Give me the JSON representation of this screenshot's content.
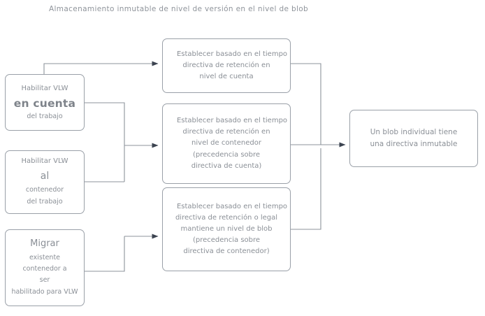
{
  "diagram": {
    "title": "Almacenamiento inmutable de nivel de versión en el nivel de blob",
    "colors": {
      "background": "#ffffff",
      "node_border": "#9aa0a8",
      "node_fill": "#ffffff",
      "text": "#8a8f96",
      "connector": "#7a8089",
      "arrowhead": "#3b4350"
    },
    "left_column": [
      {
        "id": "enable-account",
        "lines": [
          "Habilitar VLW",
          "en cuenta",
          "del trabajo"
        ],
        "line1": "Habilitar VLW",
        "line2": "en cuenta",
        "line3": "del trabajo"
      },
      {
        "id": "enable-container",
        "lines": [
          "Habilitar VLW",
          "al",
          "contenedor",
          "del trabajo"
        ],
        "line1": "Habilitar VLW",
        "line2": "al",
        "line3": "contenedor",
        "line4": "del trabajo"
      },
      {
        "id": "migrate-container",
        "lines": [
          "Migrar",
          "existente",
          "contenedor a",
          "ser",
          "habilitado para VLW"
        ],
        "line1": "Migrar",
        "line2": "existente",
        "line3": "contenedor a",
        "line4": "ser",
        "line5": "habilitado para VLW"
      }
    ],
    "middle_column": [
      {
        "id": "account-level-policy",
        "line1": "Establecer basado en el tiempo",
        "line2": "directiva de retención en",
        "line3": "nivel de cuenta"
      },
      {
        "id": "container-level-policy",
        "line1": "Establecer basado en el tiempo",
        "line2": "directiva de retención en",
        "line3": "nivel de contenedor",
        "line4": "(precedencia sobre",
        "line5": "directiva de cuenta)"
      },
      {
        "id": "blob-level-policy",
        "line1": "Establecer basado en el tiempo",
        "line2": "directiva de retención o legal",
        "line3": "mantiene un nivel de blob",
        "line4": "(precedencia sobre",
        "line5": "directiva de contenedor)"
      }
    ],
    "right_column": [
      {
        "id": "immutable-blob",
        "line1": "Un blob individual tiene",
        "line2": "una directiva inmutable"
      }
    ],
    "connectors": [
      {
        "from": "enable-account",
        "to": "account-level-policy",
        "arrow": true
      },
      {
        "from": "enable-account",
        "to": "container-level-policy",
        "arrow": true
      },
      {
        "from": "enable-container",
        "to": "container-level-policy",
        "arrow": true
      },
      {
        "from": "enable-container",
        "to": "blob-level-policy",
        "arrow": true
      },
      {
        "from": "migrate-container",
        "to": "container-level-policy",
        "arrow": true
      },
      {
        "from": "migrate-container",
        "to": "blob-level-policy",
        "arrow": true
      },
      {
        "from": "account-level-policy",
        "to": "immutable-blob",
        "arrow": true
      },
      {
        "from": "container-level-policy",
        "to": "immutable-blob",
        "arrow": true
      },
      {
        "from": "blob-level-policy",
        "to": "immutable-blob",
        "arrow": true
      }
    ]
  }
}
